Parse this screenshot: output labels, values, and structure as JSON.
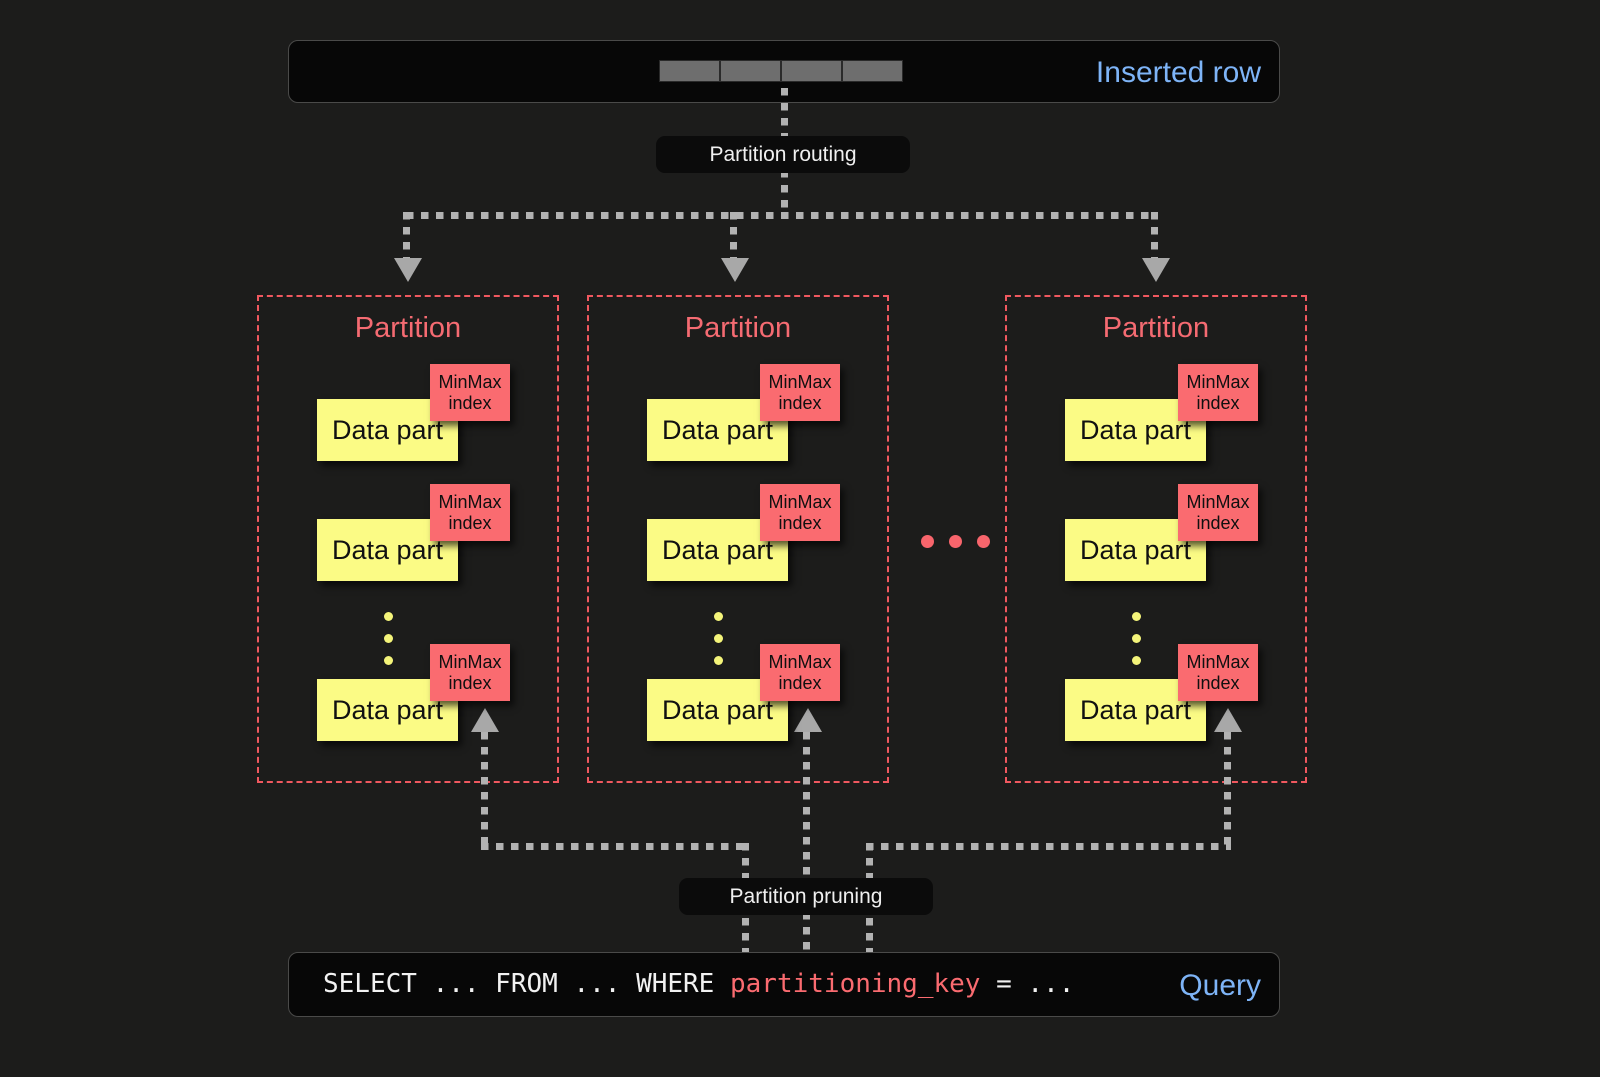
{
  "diagram": {
    "title": "Partition routing and partition pruning",
    "background_color": "#1c1c1b"
  },
  "top": {
    "inserted_row_label": "Inserted row",
    "row_cell_count": 4,
    "label_color": "#7eb4f7",
    "routing_label": "Partition routing"
  },
  "partitions": [
    {
      "title": "Partition",
      "parts": [
        {
          "data_part_label": "Data part",
          "index_label": "MinMax\nindex"
        },
        {
          "data_part_label": "Data part",
          "index_label": "MinMax\nindex"
        },
        {
          "data_part_label": "Data part",
          "index_label": "MinMax\nindex"
        }
      ],
      "ellipsis_dots": 3
    },
    {
      "title": "Partition",
      "parts": [
        {
          "data_part_label": "Data part",
          "index_label": "MinMax\nindex"
        },
        {
          "data_part_label": "Data part",
          "index_label": "MinMax\nindex"
        },
        {
          "data_part_label": "Data part",
          "index_label": "MinMax\nindex"
        }
      ],
      "ellipsis_dots": 3
    },
    {
      "title": "Partition",
      "parts": [
        {
          "data_part_label": "Data part",
          "index_label": "MinMax\nindex"
        },
        {
          "data_part_label": "Data part",
          "index_label": "MinMax\nindex"
        },
        {
          "data_part_label": "Data part",
          "index_label": "MinMax\nindex"
        }
      ],
      "ellipsis_dots": 3
    }
  ],
  "between_partitions_ellipsis_dots": 3,
  "bottom": {
    "pruning_label": "Partition pruning",
    "query_label": "Query",
    "query_prefix": "SELECT ... FROM ... WHERE ",
    "query_keyword": "partitioning_key",
    "query_suffix": " = ..."
  },
  "colors": {
    "accent_blue": "#7eb4f7",
    "partition_red": "#f56b72",
    "minmax_red": "#fa6b70",
    "data_part_yellow": "#fbfb85",
    "connector_gray": "#b2b2b2",
    "arrow_gray": "#a8a8a8"
  },
  "labels": {
    "data_part": "Data part",
    "minmax_line1": "MinMax",
    "minmax_line2": "index",
    "partition": "Partition"
  }
}
